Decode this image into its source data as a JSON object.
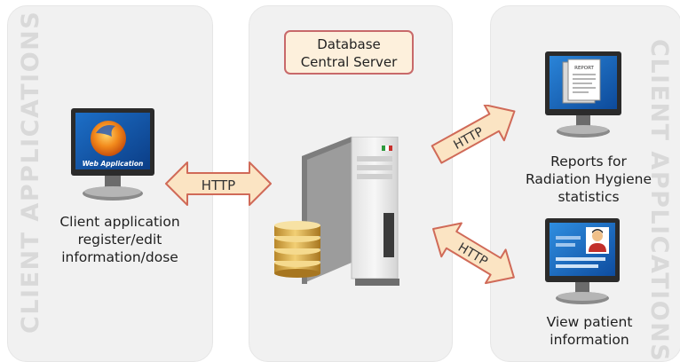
{
  "panels": {
    "left_label": "CLIENT APPLICATIONS",
    "right_label": "CLIENT APPLICATIONS"
  },
  "server": {
    "title_line1": "Database",
    "title_line2": "Central Server"
  },
  "client": {
    "screen_label": "Web Application",
    "caption_line1": "Client application",
    "caption_line2": "register/edit",
    "caption_line3": "information/dose"
  },
  "reports": {
    "doc_label": "REPORT",
    "caption_line1": "Reports for",
    "caption_line2": "Radiation Hygiene",
    "caption_line3": "statistics"
  },
  "patient": {
    "caption_line1": "View patient",
    "caption_line2": "information"
  },
  "arrows": {
    "left_label": "HTTP",
    "upper_right_label": "HTTP",
    "lower_right_label": "HTTP"
  },
  "colors": {
    "arrow_fill": "#fbe4c3",
    "arrow_stroke": "#d06a58",
    "server_box_border": "#c8696a",
    "panel_bg": "#f1f1f1"
  }
}
